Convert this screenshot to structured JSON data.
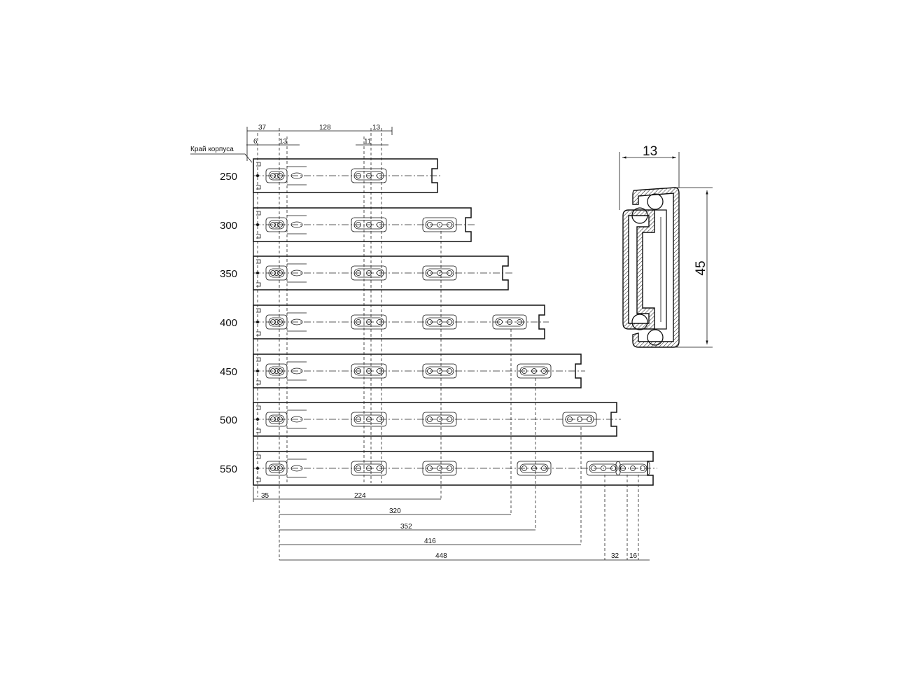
{
  "drawing": {
    "edge_label": "Край корпуса",
    "rail_lengths": [
      "250",
      "300",
      "350",
      "400",
      "450",
      "500",
      "550"
    ],
    "top_dims": {
      "offset_37": "37",
      "spacing_128": "128",
      "slot_13_top": "13",
      "edge_6": "6",
      "slot_13": "13",
      "slot_11": "11"
    },
    "bottom_dims": {
      "offset_35": "35",
      "d224": "224",
      "d320": "320",
      "d352": "352",
      "d416": "416",
      "d448": "448",
      "d32": "32",
      "d16": "16"
    },
    "section": {
      "width": "13",
      "height": "45"
    }
  }
}
